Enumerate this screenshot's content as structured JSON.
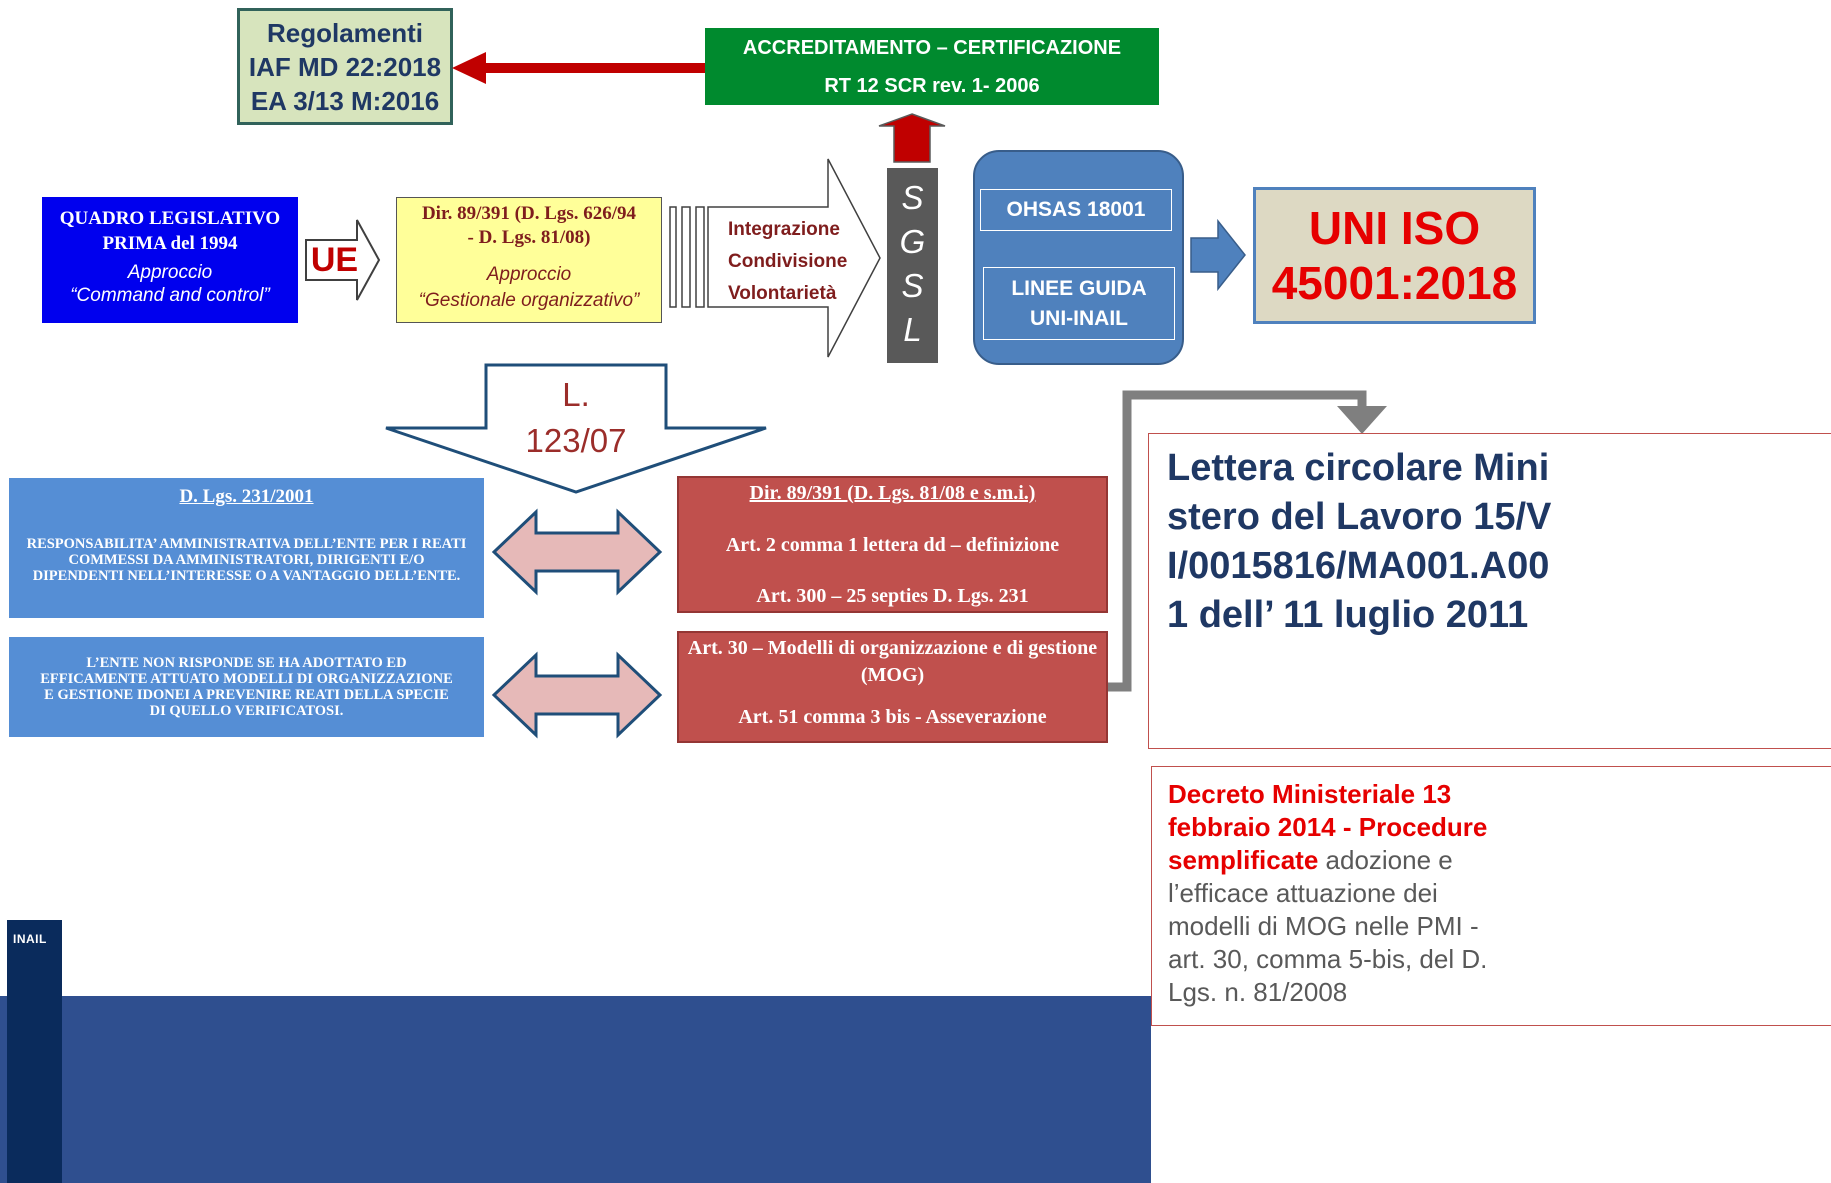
{
  "regolamenti": {
    "line1": "Regolamenti",
    "line2": "IAF MD 22:2018",
    "line3": "EA 3/13 M:2016"
  },
  "accreditamento": {
    "title": "ACCREDITAMENTO  – CERTIFICAZIONE",
    "subtitle": "RT 12 SCR rev. 1- 2006"
  },
  "quadro": {
    "line1": "QUADRO LEGISLATIVO",
    "line2": "PRIMA del 1994",
    "approach1": "Approccio",
    "approach2": "“Command and control”"
  },
  "ue_label": "UE",
  "direttiva": {
    "line1": "Dir. 89/391 (D. Lgs. 626/94",
    "line2": "- D. Lgs. 81/08)",
    "approach1": "Approccio",
    "approach2": "“Gestionale  organizzativo”"
  },
  "integrazione": {
    "line1": "Integrazione",
    "line2": "Condivisione",
    "line3": "Volontarietà"
  },
  "sgsl": {
    "s1": "S",
    "g": "G",
    "s2": "S",
    "l": "L"
  },
  "ohsas": {
    "standard": "OHSAS  18001",
    "guide1": "LINEE GUIDA",
    "guide2": "UNI-INAIL"
  },
  "uni_iso": {
    "line1": "UNI ISO",
    "line2": "45001:2018"
  },
  "legge": {
    "line1": "L.",
    "line2": "123/07"
  },
  "dlgs231": {
    "title": "D. Lgs. 231/2001",
    "body": "RESPONSABILITA’ AMMINISTRATIVA DELL’ENTE PER I REATI COMMESSI DA AMMINISTRATORI, DIRIGENTI E/O DIPENDENTI NELL’INTERESSE O A VANTAGGIO DELL’ENTE."
  },
  "ente": {
    "body": "L’ENTE NON RISPONDE SE HA ADOTTATO ED EFFICAMENTE ATTUATO MODELLI DI ORGANIZZAZIONE E GESTIONE IDONEI A PREVENIRE REATI DELLA SPECIE DI QUELLO VERIFICATOSI."
  },
  "dir_smi": {
    "title": "Dir. 89/391 (D. Lgs. 81/08 e s.m.i.)",
    "art2": "Art. 2 comma 1 lettera dd – definizione",
    "art300": "Art. 300 – 25 septies D. Lgs. 231"
  },
  "art30": {
    "line1": "Art. 30 – Modelli di organizzazione e di gestione (MOG)",
    "art51": "Art. 51 comma 3 bis - Asseverazione"
  },
  "lettera": {
    "text": "Lettera circolare Ministero del Lavoro 15/VI/0015816/MA001.A001 dell’ 11 luglio 2011"
  },
  "decreto": {
    "bold": "Decreto Ministeriale 13 febbraio 2014  - Procedure semplificate",
    "rest": " adozione e l’efficace attuazione dei modelli di MOG nelle PMI - art. 30, comma 5-bis, del D. Lgs. n. 81/2008"
  },
  "logo": "INAIL",
  "colors": {
    "green_box": "#008a2e",
    "blue_box": "#0000ee",
    "yellow_box": "#ffff99",
    "sgsl_bg": "#595959",
    "ohsas_bg": "#4f81bd",
    "uni_bg": "#ddd9c3",
    "light_blue": "#558ed5",
    "red_box": "#c0504d",
    "arrow_red": "#c00000",
    "dark_red_text": "#7f1d1d",
    "footer_blue": "#2f4f8f",
    "logo_navy": "#0a2b5c"
  }
}
